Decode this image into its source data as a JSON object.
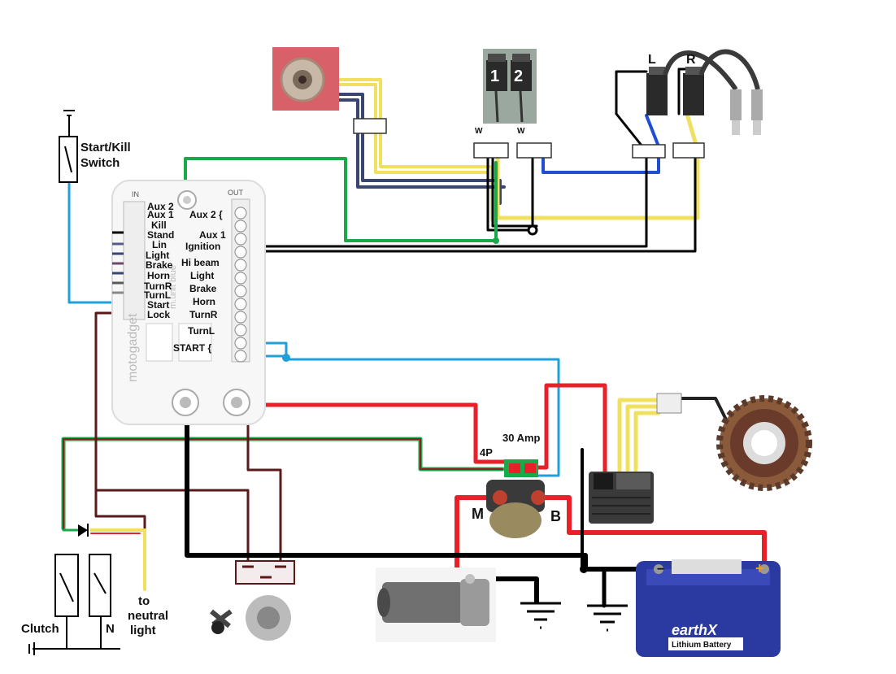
{
  "labels": {
    "start_kill_switch_line1": "Start/Kill",
    "start_kill_switch_line2": "Switch",
    "coil_left": "L",
    "coil_right": "R",
    "igniter_1": "1",
    "igniter_2": "2",
    "connector_mark_w1": "W",
    "connector_mark_w2": "W",
    "fuse_rating": "30 Amp",
    "relay_connector": "4P",
    "relay_m": "M",
    "relay_b": "B",
    "clutch": "Clutch",
    "neutral": "N",
    "to_neutral_line1": "to",
    "to_neutral_line2": "neutral",
    "to_neutral_line3": "light"
  },
  "box": {
    "in_header": "IN",
    "out_header": "OUT",
    "in_labels": [
      "Aux 2",
      "Aux 1",
      "Kill",
      "Stand",
      "Lin",
      "Light",
      "Brake",
      "Horn",
      "TurnR",
      "TurnL",
      "Start",
      "Lock"
    ],
    "out_labels": [
      "Aux 2 {",
      "Aux 1",
      "Ignition",
      "Hi beam",
      "Light",
      "Brake",
      "Horn",
      "TurnR",
      "TurnL",
      "START {"
    ],
    "brand": "motogadget",
    "model": "m.unit blue"
  },
  "battery": {
    "brand": "earthX",
    "type": "Lithium Battery"
  },
  "colors": {
    "red": "#e8202a",
    "green": "#1aa84a",
    "blue": "#1f4fd0",
    "cyan": "#1fa0d8",
    "yellow": "#f0e060",
    "black": "#000000",
    "brown": "#5a1a1a",
    "navy": "#3a4670"
  }
}
